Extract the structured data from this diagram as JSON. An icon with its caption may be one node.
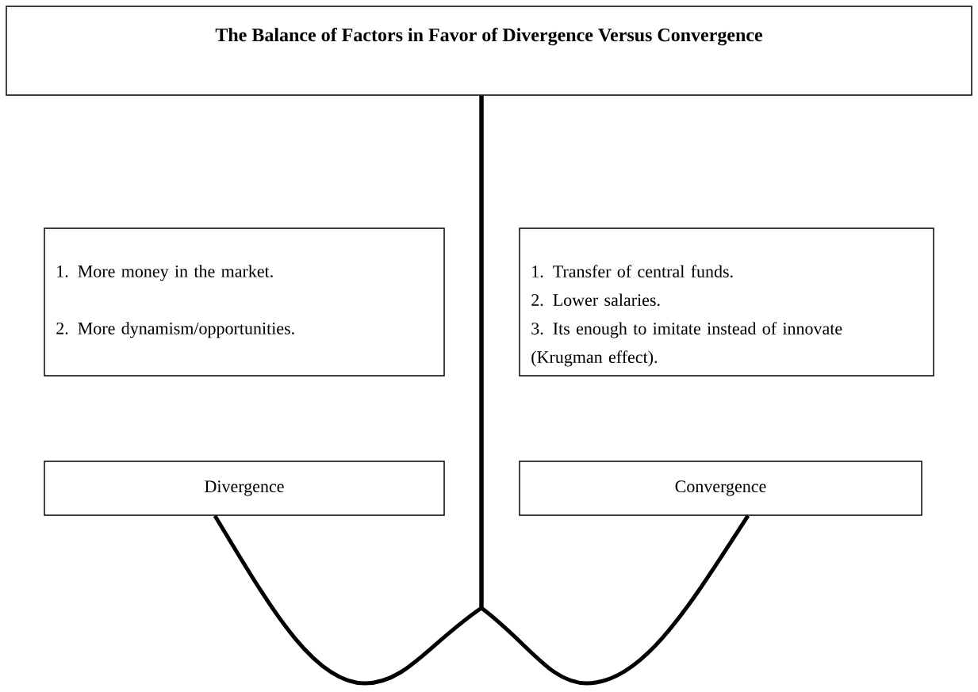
{
  "diagram": {
    "nodes": [
      {
        "text": [
          "The Balance of Factors in Favor of Divergence Versus Convergence"
        ]
      },
      {
        "text": [
          "1. More money in the market.",
          "2. More dynamism/opportunities."
        ]
      },
      {
        "text": [
          "1. Transfer of central funds.",
          "2. Lower salaries.",
          "3. Its enough to imitate instead of innovate (Krugman effect)."
        ]
      },
      {
        "text": [
          "Divergence"
        ]
      },
      {
        "text": [
          "Convergence"
        ]
      }
    ],
    "edges": [
      {
        "from": 0,
        "to": 3,
        "arrow": "none"
      },
      {
        "from": 0,
        "to": 4,
        "arrow": "none"
      }
    ]
  }
}
